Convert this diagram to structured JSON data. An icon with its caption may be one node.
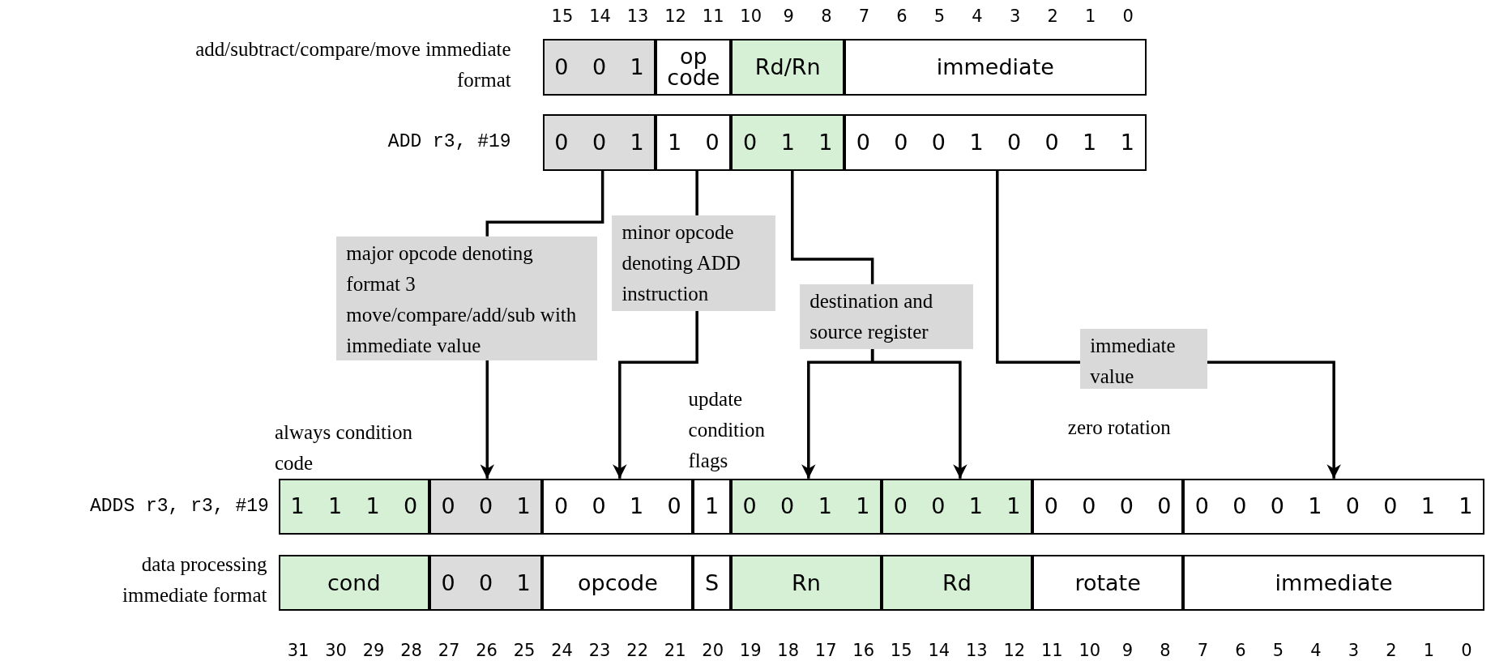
{
  "diagram": {
    "nodes": [
      {
        "text": [
          "0 0 1"
        ]
      },
      {
        "text": [
          "op code"
        ]
      },
      {
        "text": [
          "Rd/Rn"
        ]
      },
      {
        "text": [
          "immediate"
        ]
      },
      {
        "text": [
          "0 0 1"
        ]
      },
      {
        "text": [
          "1 0"
        ]
      },
      {
        "text": [
          "0 1 1"
        ]
      },
      {
        "text": [
          "0 0 0 1 0 0 1 1"
        ]
      },
      {
        "text": [
          "major opcode denoting format 3 move/compare/add/sub with immediate value"
        ]
      },
      {
        "text": [
          "minor opcode denoting ADD instruction"
        ]
      },
      {
        "text": [
          "destination and source register"
        ]
      },
      {
        "text": [
          "immediate value"
        ]
      },
      {
        "text": [
          "1 1 1 0"
        ]
      },
      {
        "text": [
          "0 0 1"
        ]
      },
      {
        "text": [
          "0 0 1 0"
        ]
      },
      {
        "text": [
          "1"
        ]
      },
      {
        "text": [
          "0 0 1 1"
        ]
      },
      {
        "text": [
          "0 0 1 1"
        ]
      },
      {
        "text": [
          "0 0 0 0"
        ]
      },
      {
        "text": [
          "0 0 0 1 0 0 1 1"
        ]
      },
      {
        "text": [
          "cond"
        ]
      },
      {
        "text": [
          "0 0 1"
        ]
      },
      {
        "text": [
          "opcode"
        ]
      },
      {
        "text": [
          "S"
        ]
      },
      {
        "text": [
          "Rn"
        ]
      },
      {
        "text": [
          "Rd"
        ]
      },
      {
        "text": [
          "rotate"
        ]
      },
      {
        "text": [
          "immediate"
        ]
      }
    ],
    "edges": [
      {
        "from": 4,
        "to": 8,
        "arrow": "none"
      },
      {
        "from": 8,
        "to": 13,
        "arrow": "to"
      },
      {
        "from": 5,
        "to": 9,
        "arrow": "none"
      },
      {
        "from": 9,
        "to": 14,
        "arrow": "to"
      },
      {
        "from": 6,
        "to": 10,
        "arrow": "none"
      },
      {
        "from": 10,
        "to": 16,
        "arrow": "to"
      },
      {
        "from": 10,
        "to": 17,
        "arrow": "to"
      },
      {
        "from": 7,
        "to": 11,
        "arrow": "none"
      },
      {
        "from": 11,
        "to": 19,
        "arrow": "to"
      }
    ],
    "labels": [
      "15",
      "14",
      "13",
      "12",
      "11",
      "10",
      "9",
      "8",
      "7",
      "6",
      "5",
      "4",
      "3",
      "2",
      "1",
      "0",
      "add/subtract/compare/move immediate format",
      "ADD r3, #19",
      "always condition code",
      "update condition flags",
      "zero rotation",
      "ADDS r3, r3, #19",
      "data processing immediate format",
      "31",
      "30",
      "29",
      "28",
      "27",
      "26",
      "25",
      "24",
      "23",
      "22",
      "21",
      "20",
      "19",
      "18",
      "17",
      "16",
      "15",
      "14",
      "13",
      "12",
      "11",
      "10",
      "9",
      "8",
      "7",
      "6",
      "5",
      "4",
      "3",
      "2",
      "1",
      "0"
    ]
  }
}
